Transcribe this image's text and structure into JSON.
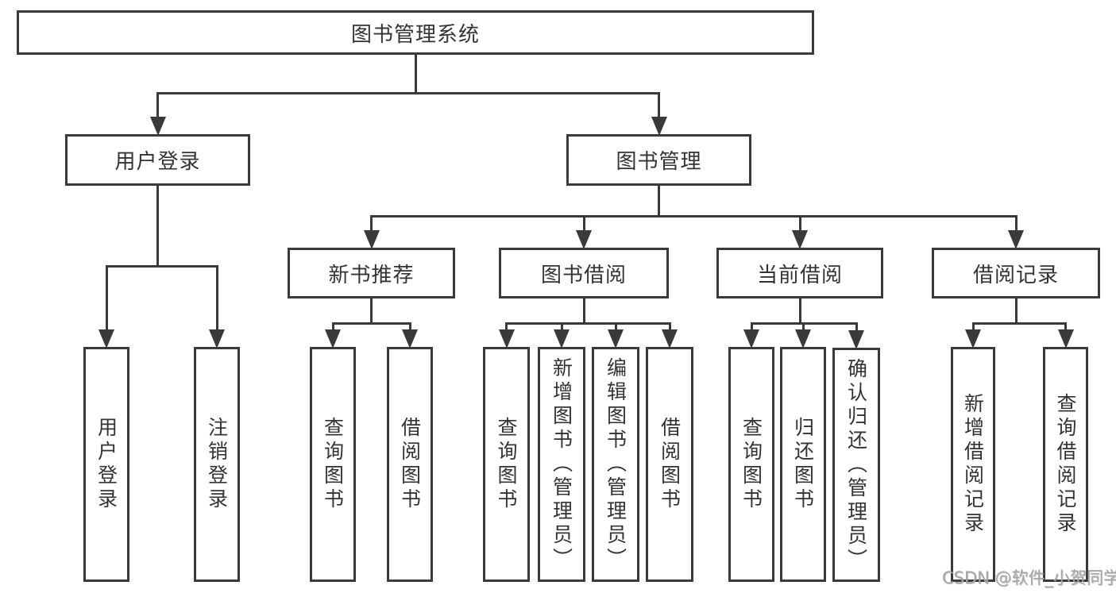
{
  "colors": {
    "line": "#3a3a3a",
    "box_border": "#3a3a3a",
    "box_fill": "#ffffff",
    "text": "#333333",
    "watermark": "#a6a6a6"
  },
  "diagram": {
    "title": "图书管理系统",
    "nodes": {
      "system": "图书管理系统",
      "login": "用户登录",
      "management": "图书管理",
      "new_books": "新书推荐",
      "book_borrow": "图书借阅",
      "current_borrow": "当前借阅",
      "borrow_records": "借阅记录",
      "user_login": "用户登录",
      "logout": "注销登录",
      "nb_query": "查询图书",
      "nb_borrow": "借阅图书",
      "bb_query": "查询图书",
      "bb_add": "新增图书（管理员）",
      "bb_edit": "编辑图书（管理员）",
      "bb_borrow": "借阅图书",
      "cb_query": "查询图书",
      "cb_return": "归还图书",
      "cb_confirm": "确认归还（管理员）",
      "br_add": "新增借阅记录",
      "br_query": "查询借阅记录"
    }
  },
  "watermark": {
    "text": "CSDN @软件_小贺同学"
  }
}
